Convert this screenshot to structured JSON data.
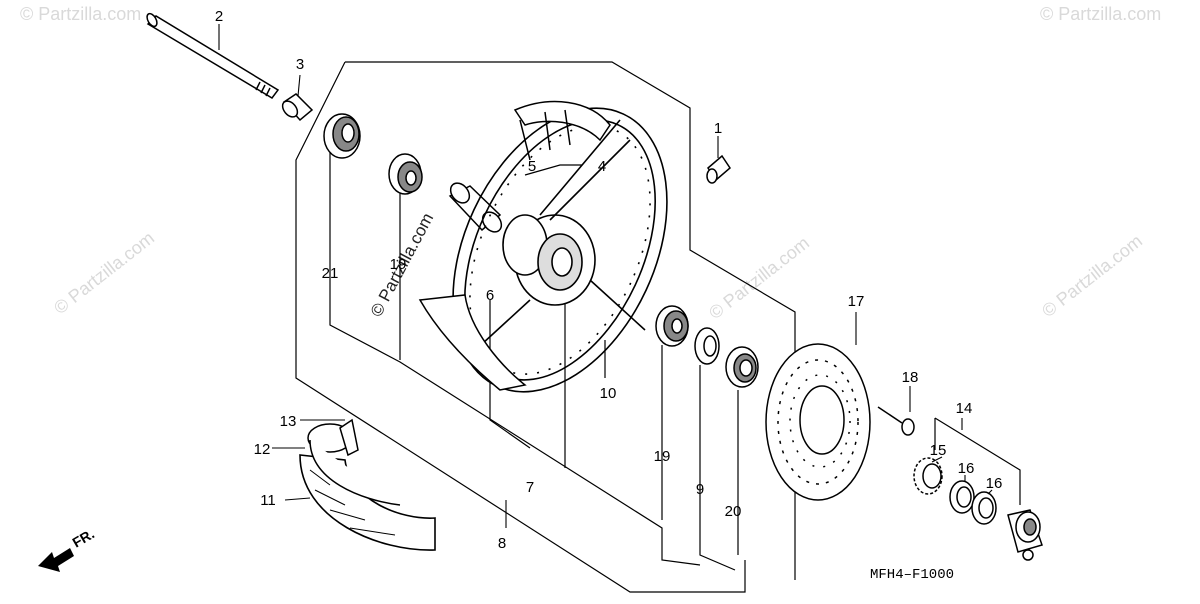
{
  "diagram": {
    "code": "MFH4–F1000",
    "direction_label": "FR.",
    "watermark_text": "© Partzilla.com",
    "watermark_icon": "copyright-icon",
    "colors": {
      "ink": "#000000",
      "watermark": "#d9d9d9"
    }
  },
  "callouts": [
    {
      "id": "p1",
      "label": "1"
    },
    {
      "id": "p2",
      "label": "2"
    },
    {
      "id": "p3",
      "label": "3"
    },
    {
      "id": "p4",
      "label": "4"
    },
    {
      "id": "p5",
      "label": "5"
    },
    {
      "id": "p6",
      "label": "6"
    },
    {
      "id": "p7",
      "label": "7"
    },
    {
      "id": "p8",
      "label": "8"
    },
    {
      "id": "p9",
      "label": "9"
    },
    {
      "id": "p10",
      "label": "10"
    },
    {
      "id": "p11",
      "label": "11"
    },
    {
      "id": "p12",
      "label": "12"
    },
    {
      "id": "p13",
      "label": "13"
    },
    {
      "id": "p14",
      "label": "14"
    },
    {
      "id": "p15",
      "label": "15"
    },
    {
      "id": "p16a",
      "label": "16"
    },
    {
      "id": "p16b",
      "label": "16"
    },
    {
      "id": "p17",
      "label": "17"
    },
    {
      "id": "p18",
      "label": "18"
    },
    {
      "id": "p19a",
      "label": "19"
    },
    {
      "id": "p19b",
      "label": "19"
    },
    {
      "id": "p20",
      "label": "20"
    },
    {
      "id": "p21",
      "label": "21"
    }
  ]
}
